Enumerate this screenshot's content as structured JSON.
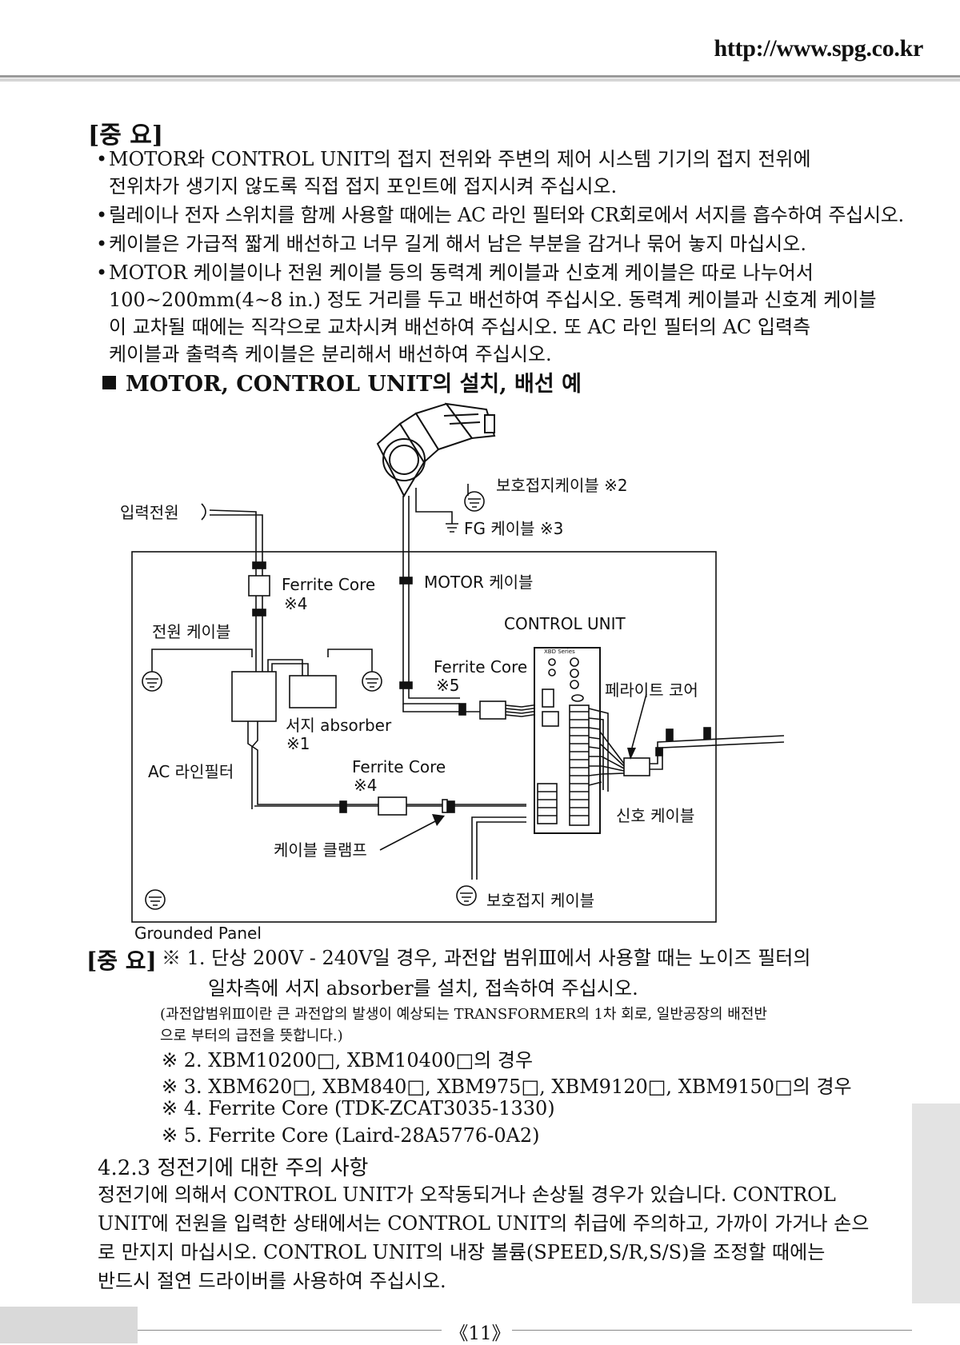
{
  "header": {
    "url": "http://www.spg.co.kr"
  },
  "important": {
    "title": "[중 요]",
    "bullets": [
      [
        "MOTOR와 CONTROL UNIT의 접지 전위와 주변의 제어 시스템 기기의 접지 전위에",
        "전위차가 생기지 않도록 직접 접지 포인트에 접지시켜 주십시오."
      ],
      [
        "릴레이나 전자 스위치를 함께 사용할 때에는 AC 라인 필터와 CR회로에서 서지를 흡수하여 주십시오."
      ],
      [
        "케이블은 가급적 짧게 배선하고 너무 길게 해서 남은 부분을 감거나 묶어 놓지 마십시오."
      ],
      [
        "MOTOR 케이블이나 전원 케이블 등의 동력계 케이블과 신호계 케이블은 따로 나누어서",
        "100~200mm(4~8 in.) 정도 거리를 두고 배선하여 주십시오. 동력계 케이블과 신호계 케이블",
        "이 교차될 때에는 직각으로 교차시켜 배선하여 주십시오. 또 AC 라인 필터의 AC 입력측",
        "케이블과 출력측 케이블은 분리해서 배선하여 주십시오."
      ]
    ]
  },
  "section": {
    "title": "MOTOR, CONTROL UNIT의 설치, 배선 예"
  },
  "diagram": {
    "labels": {
      "protective_ground_cable_2": "보호접지케이블 ※2",
      "fg_cable": "FG 케이블 ※3",
      "power_input": "입력전원",
      "ferrite_core": "Ferrite Core",
      "note_4": "※4",
      "note_5": "※5",
      "note_1": "※1",
      "motor_cable": "MOTOR 케이블",
      "control_unit": "CONTROL UNIT",
      "power_cable": "전원 케이블",
      "ferrite_core_kr": "페라이트 코어",
      "surge_absorber": "서지 absorber",
      "ac_line_filter": "AC 라인필터",
      "signal_cable": "신호 케이블",
      "cable_clamp": "케이블 클램프",
      "protective_ground_cable": "보호접지 케이블",
      "grounded_panel": "Grounded Panel",
      "xbd_series": "XBD Series"
    }
  },
  "notes": {
    "title": "[중 요]",
    "note1_line1": "※ 1. 단상 200V - 240V일 경우, 과전압 범위Ⅲ에서 사용할 때는 노이즈 필터의",
    "note1_line2": "일차측에 서지 absorber를 설치, 접속하여 주십시오.",
    "note1_small_line1": "(과전압범위Ⅲ이란 큰 과전압의 발생이 예상되는 TRANSFORMER의 1차 회로, 일반공장의 배전반",
    "note1_small_line2": "으로 부터의 급전을 뜻합니다.)",
    "items": [
      "※ 2. XBM10200□, XBM10400□의 경우",
      "※ 3. XBM620□, XBM840□, XBM975□, XBM9120□, XBM9150□의 경우",
      "※ 4. Ferrite Core (TDK-ZCAT3035-1330)",
      "※ 5. Ferrite Core (Laird-28A5776-0A2)"
    ]
  },
  "static_section": {
    "title": "4.2.3 정전기에 대한 주의 사항",
    "lines": [
      "정전기에 의해서 CONTROL UNIT가 오작동되거나 손상될 경우가 있습니다. CONTROL",
      "UNIT에 전원을 입력한 상태에서는 CONTROL UNIT의 취급에 주의하고, 가까이 가거나 손으",
      "로 만지지 마십시오. CONTROL UNIT의 내장 볼륨(SPEED,S/R,S/S)을 조정할 때에는",
      "반드시 절연 드라이버를 사용하여 주십시오."
    ]
  },
  "footer": {
    "page_number": "《11》"
  }
}
